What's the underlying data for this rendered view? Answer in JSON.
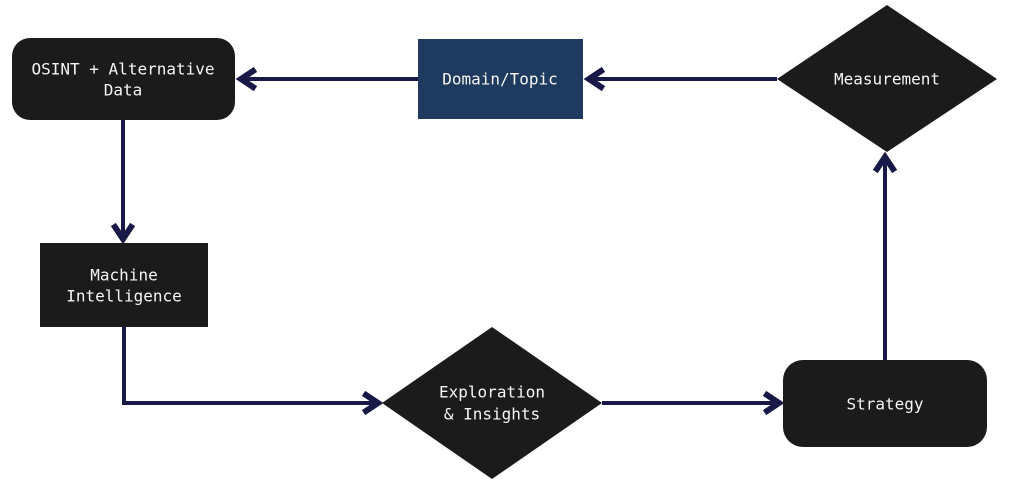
{
  "diagram": {
    "type": "flowchart-cycle",
    "colors": {
      "background": "#ffffff",
      "node_fill": "#1b1b1b",
      "accent_node_fill": "#1e3a5f",
      "arrow": "#191947",
      "label_text": "#f5f5f5"
    },
    "nodes": {
      "osint": {
        "label": "OSINT + Alternative Data",
        "line1": "OSINT + Alternative",
        "line2": "Data",
        "shape": "rounded-rectangle"
      },
      "domain_topic": {
        "label": "Domain/Topic",
        "shape": "rectangle",
        "accent": true
      },
      "measurement": {
        "label": "Measurement",
        "shape": "diamond"
      },
      "machine_intelligence": {
        "label": "Machine Intelligence",
        "line1": "Machine",
        "line2": "Intelligence",
        "shape": "rectangle"
      },
      "exploration_insights": {
        "label": "Exploration & Insights",
        "line1": "Exploration",
        "line2": "& Insights",
        "shape": "diamond"
      },
      "strategy": {
        "label": "Strategy",
        "shape": "rounded-rectangle"
      }
    },
    "edges": [
      {
        "from": "measurement",
        "to": "domain_topic"
      },
      {
        "from": "domain_topic",
        "to": "osint"
      },
      {
        "from": "osint",
        "to": "machine_intelligence"
      },
      {
        "from": "machine_intelligence",
        "to": "exploration_insights"
      },
      {
        "from": "exploration_insights",
        "to": "strategy"
      },
      {
        "from": "strategy",
        "to": "measurement"
      }
    ]
  }
}
